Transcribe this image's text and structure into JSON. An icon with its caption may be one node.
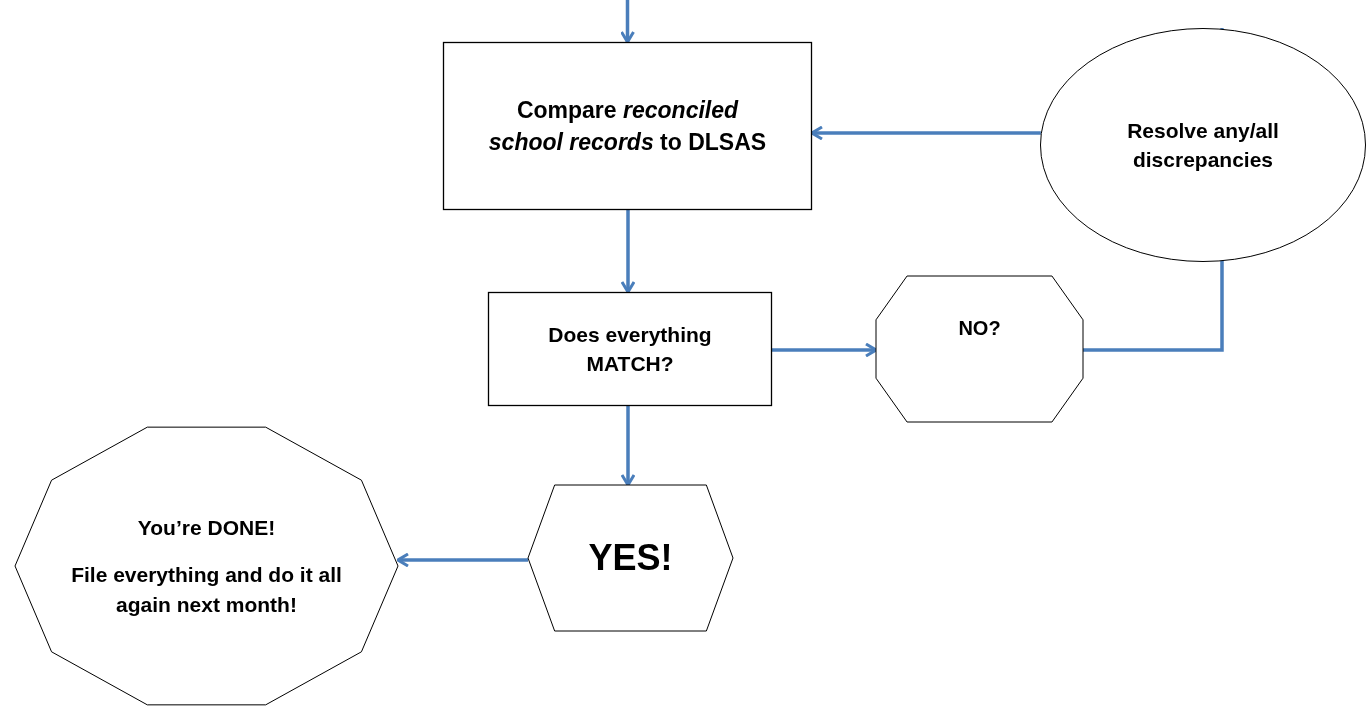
{
  "diagram": {
    "nodes": [
      {
        "text": [
          "Compare *reconciled school records* to DLSAS"
        ]
      },
      {
        "text": [
          "Resolve any/all discrepancies"
        ]
      },
      {
        "text": [
          "Does everything MATCH?"
        ]
      },
      {
        "text": [
          "NO?"
        ]
      },
      {
        "text": [
          "YES!"
        ]
      },
      {
        "text": [
          "You’re DONE!",
          "File everything and do it all again next month!"
        ]
      }
    ],
    "edges": [
      {
        "from": null,
        "to": 0,
        "arrow": "to"
      },
      {
        "from": 0,
        "to": 2,
        "arrow": "to"
      },
      {
        "from": 2,
        "to": 3,
        "arrow": "to"
      },
      {
        "from": 3,
        "to": 1,
        "arrow": "to"
      },
      {
        "from": 1,
        "to": 0,
        "arrow": "to"
      },
      {
        "from": 2,
        "to": 4,
        "arrow": "to"
      },
      {
        "from": 4,
        "to": 5,
        "arrow": "to"
      }
    ]
  }
}
